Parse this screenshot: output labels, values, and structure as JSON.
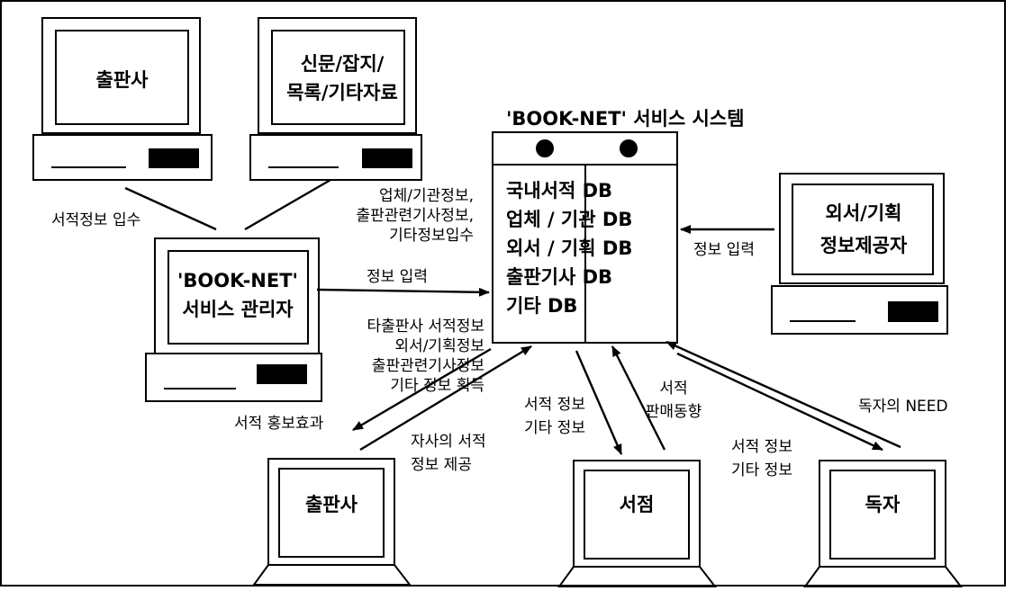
{
  "nodes": {
    "publisher_top": "출판사",
    "media_sources": [
      "신문/잡지/",
      "목록/기타자료"
    ],
    "system_title": "'BOOK-NET' 서비스 시스템",
    "databases": [
      "국내서적 DB",
      "업체 / 기관 DB",
      "외서 / 기획 DB",
      "출판기사 DB",
      "기타 DB"
    ],
    "admin": [
      "'BOOK-NET'",
      "서비스 관리자"
    ],
    "foreign_provider": [
      "외서/기획",
      "정보제공자"
    ],
    "publisher_bottom": "출판사",
    "bookstore": "서점",
    "reader": "독자"
  },
  "edges": {
    "book_info_collect": "서적정보 입수",
    "org_info": [
      "업체/기관정보,",
      "출판관련기사정보,",
      "기타정보입수"
    ],
    "admin_input": "정보 입력",
    "provider_input": "정보 입력",
    "other_info": [
      "타출판사 서적정보",
      "외서/기획정보",
      "출판관련기사정보",
      "기타 정보 획득"
    ],
    "promo": "서적 홍보효과",
    "own_info": [
      "자사의 서적",
      "정보 제공"
    ],
    "store_get": [
      "서적 정보",
      "기타 정보"
    ],
    "store_trend": [
      "서적",
      "판매동향"
    ],
    "reader_get": [
      "서적 정보",
      "기타 정보"
    ],
    "reader_need": "독자의 NEED"
  }
}
